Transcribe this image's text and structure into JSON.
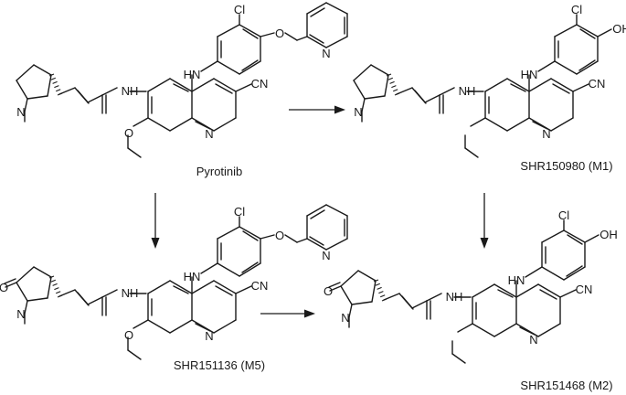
{
  "compounds": [
    {
      "id": "pyrotinib",
      "label": "Pyrotinib",
      "r1": "NMe-pyrrolidine",
      "r2": "pyridylmethoxy",
      "atoms": {
        "cl": "Cl",
        "o": "O",
        "n": "N",
        "nh": "NH",
        "hn": "HN",
        "n_ring": "N",
        "cn": "CN",
        "n_pyr": "N"
      }
    },
    {
      "id": "m1",
      "label": "SHR150980 (M1)",
      "r1": "NMe-pyrrolidine",
      "r2": "hydroxy",
      "atoms": {
        "cl": "Cl",
        "oh": "OH",
        "n": "N",
        "nh": "NH",
        "hn": "HN",
        "n_ring": "N",
        "cn": "CN"
      }
    },
    {
      "id": "m5",
      "label": "SHR151136 (M5)",
      "r1": "NMe-pyrrolidinone",
      "r2": "pyridylmethoxy",
      "atoms": {
        "cl": "Cl",
        "o": "O",
        "o_lactam": "O",
        "n": "N",
        "nh": "NH",
        "hn": "HN",
        "n_ring": "N",
        "cn": "CN",
        "n_pyr": "N"
      }
    },
    {
      "id": "m2",
      "label": "SHR151468 (M2)",
      "r1": "NMe-pyrrolidinone",
      "r2": "hydroxy",
      "atoms": {
        "cl": "Cl",
        "oh": "OH",
        "o_lactam": "O",
        "n": "N",
        "nh": "NH",
        "hn": "HN",
        "n_ring": "N",
        "cn": "CN"
      }
    }
  ],
  "arrows": [
    {
      "id": "pyrotinib-to-m1",
      "from": "pyrotinib",
      "to": "m1",
      "direction": "right"
    },
    {
      "id": "pyrotinib-to-m5",
      "from": "pyrotinib",
      "to": "m5",
      "direction": "down"
    },
    {
      "id": "m1-to-m2",
      "from": "m1",
      "to": "m2",
      "direction": "down"
    },
    {
      "id": "m5-to-m2",
      "from": "m5",
      "to": "m2",
      "direction": "right"
    }
  ]
}
